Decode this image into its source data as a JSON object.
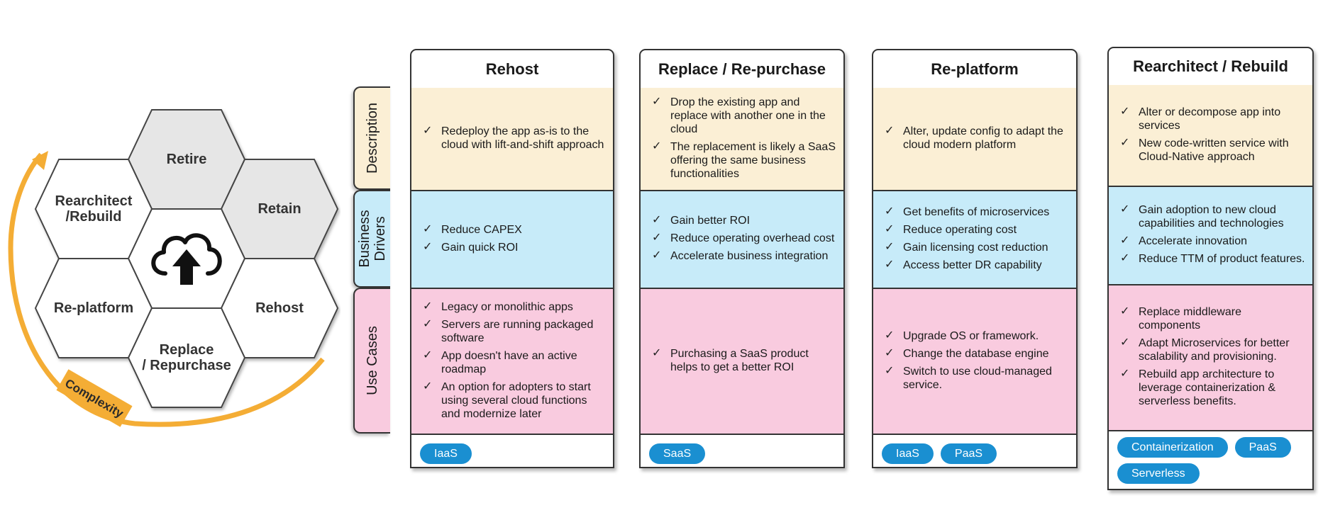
{
  "wheel": {
    "hexes": [
      "Retire",
      "Rearchitect\n/Rebuild",
      "Retain",
      "Re-platform",
      "Rehost",
      "Replace\n/ Repurchase"
    ],
    "center_icon": "cloud-upload-icon",
    "arrow_label": "Complexity",
    "colors": {
      "hex_gray": "#e6e6e6",
      "hex_white": "#ffffff",
      "arrow": "#f4ad35"
    }
  },
  "rows": {
    "description": "Description",
    "business_drivers": "Business\nDrivers",
    "use_cases": "Use Cases"
  },
  "columns": [
    {
      "title": "Rehost",
      "description": [
        "Redeploy the app as-is to the cloud with lift-and-shift approach"
      ],
      "business_drivers": [
        "Reduce CAPEX",
        "Gain quick ROI"
      ],
      "use_cases": [
        "Legacy or monolithic apps",
        "Servers are running packaged software",
        "App doesn't have an active roadmap",
        "An option for adopters to start using several cloud functions and modernize later"
      ],
      "tags": [
        "IaaS"
      ]
    },
    {
      "title": "Replace / Re-purchase",
      "description": [
        "Drop the existing app and replace with another one in the cloud",
        "The replacement is likely a SaaS offering the same business functionalities"
      ],
      "business_drivers": [
        "Gain better ROI",
        "Reduce operating overhead cost",
        "Accelerate business integration"
      ],
      "use_cases": [
        "Purchasing a SaaS product helps to get a better ROI"
      ],
      "tags": [
        "SaaS"
      ]
    },
    {
      "title": "Re-platform",
      "description": [
        "Alter, update config to adapt the cloud modern platform"
      ],
      "business_drivers": [
        "Get benefits of microservices",
        "Reduce operating cost",
        "Gain licensing cost reduction",
        "Access better DR capability"
      ],
      "use_cases": [
        "Upgrade OS or framework.",
        "Change the database engine",
        "Switch to use cloud-managed service."
      ],
      "tags": [
        "IaaS",
        "PaaS"
      ]
    },
    {
      "title": "Rearchitect / Rebuild",
      "description": [
        "Alter or decompose app into services",
        "New code-written service with Cloud-Native approach"
      ],
      "business_drivers": [
        "Gain adoption to new cloud capabilities and technologies",
        "Accelerate innovation",
        "Reduce TTM of product features."
      ],
      "use_cases": [
        "Replace middleware components",
        "Adapt Microservices for better scalability and provisioning.",
        "Rebuild app architecture to leverage containerization & serverless benefits."
      ],
      "tags": [
        "Containerization",
        "PaaS",
        "Serverless"
      ]
    }
  ],
  "colors": {
    "description_bg": "#fbefd5",
    "business_bg": "#c7ebf9",
    "use_cases_bg": "#f9cbdf",
    "pill": "#1a8fd1"
  }
}
